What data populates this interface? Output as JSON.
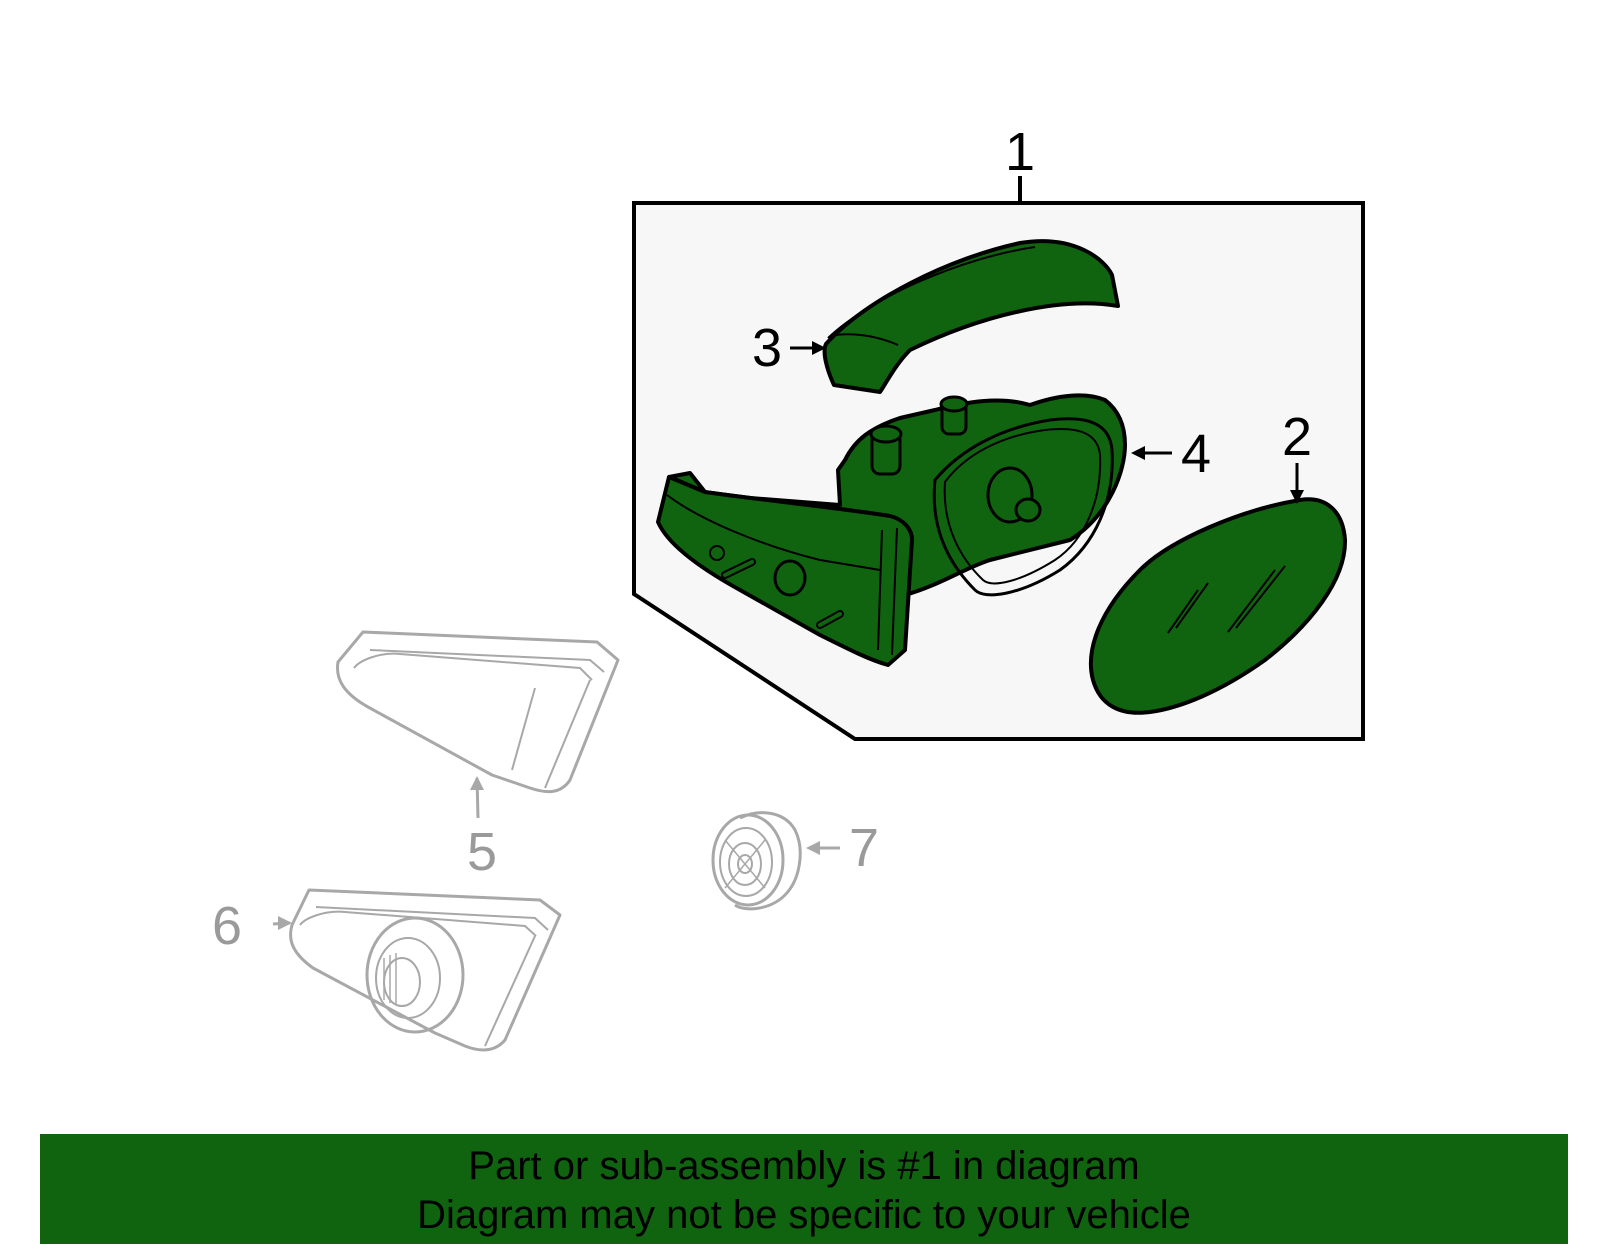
{
  "callouts": {
    "c1": "1",
    "c2": "2",
    "c3": "3",
    "c4": "4",
    "c5": "5",
    "c6": "6",
    "c7": "7"
  },
  "banner": {
    "line1": "Part or sub-assembly is #1 in diagram",
    "line2": "Diagram may not be specific to your vehicle"
  },
  "colors": {
    "highlight_fill": "#106410",
    "panel_background": "#f7f7f7",
    "outline_dark": "#000000",
    "outline_grey": "#a8a8a8"
  }
}
